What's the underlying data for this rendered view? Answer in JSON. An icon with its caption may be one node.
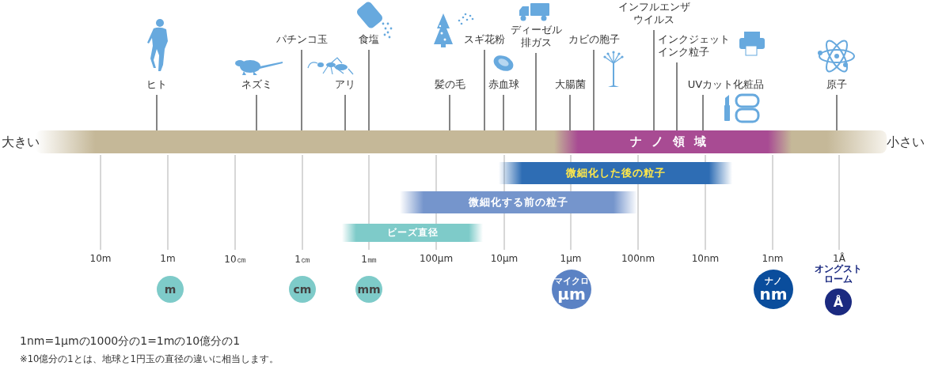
{
  "diagram": {
    "nodes": [
      {
        "text": [
          "ヒト"
        ]
      },
      {
        "text": [
          "ネズミ"
        ]
      },
      {
        "text": [
          "パチンコ玉"
        ]
      },
      {
        "text": [
          "アリ"
        ]
      },
      {
        "text": [
          "食塩"
        ]
      },
      {
        "text": [
          "髪の毛"
        ]
      },
      {
        "text": [
          "スギ花粉"
        ]
      },
      {
        "text": [
          "赤血球"
        ]
      },
      {
        "text": [
          "ディーゼル排ガス"
        ]
      },
      {
        "text": [
          "大腸菌"
        ]
      },
      {
        "text": [
          "カビの胞子"
        ]
      },
      {
        "text": [
          "インフルエンザウイルス"
        ]
      },
      {
        "text": [
          "インクジェットインク粒子"
        ]
      },
      {
        "text": [
          "UVカット化粧品"
        ]
      },
      {
        "text": [
          "原子"
        ]
      },
      {
        "text": [],
        "shape": "bar"
      },
      {
        "text": [
          "ナノ領域"
        ],
        "in": 15
      },
      {
        "text": [
          "微細化した後の粒子"
        ]
      },
      {
        "text": [
          "微細化する前の粒子"
        ]
      },
      {
        "text": [
          "ビーズ直径"
        ]
      },
      {
        "text": [
          "m"
        ]
      },
      {
        "text": [
          "cm"
        ]
      },
      {
        "text": [
          "mm"
        ]
      },
      {
        "text": [
          "マイクロ",
          "μm"
        ]
      },
      {
        "text": [
          "ナノ",
          "nm"
        ]
      },
      {
        "text": [
          "オングストローム",
          "Å"
        ]
      }
    ],
    "edges": [
      {
        "from": 0,
        "to": 15,
        "arrow": "none"
      },
      {
        "from": 1,
        "to": 15,
        "arrow": "none"
      },
      {
        "from": 2,
        "to": 15,
        "arrow": "none"
      },
      {
        "from": 3,
        "to": 15,
        "arrow": "none"
      },
      {
        "from": 4,
        "to": 15,
        "arrow": "none"
      },
      {
        "from": 5,
        "to": 15,
        "arrow": "none"
      },
      {
        "from": 6,
        "to": 15,
        "arrow": "none"
      },
      {
        "from": 7,
        "to": 15,
        "arrow": "none"
      },
      {
        "from": 8,
        "to": 15,
        "arrow": "none"
      },
      {
        "from": 9,
        "to": 15,
        "arrow": "none"
      },
      {
        "from": 10,
        "to": 15,
        "arrow": "none"
      },
      {
        "from": 11,
        "to": 15,
        "arrow": "none"
      },
      {
        "from": 12,
        "to": 15,
        "arrow": "none"
      },
      {
        "from": 13,
        "to": 15,
        "arrow": "none"
      },
      {
        "from": 14,
        "to": 15,
        "arrow": "none"
      }
    ],
    "labels": [
      "大きい",
      "小さい",
      "10m",
      "1m",
      "10㎝",
      "1㎝",
      "1㎜",
      "100μm",
      "10μm",
      "1μm",
      "100nm",
      "10nm",
      "1nm",
      "1Å",
      "1nm=1μmの1000分の1=1mの10億分の1",
      "※10億分の1とは、地球と1円玉の直径の違いに相当します。"
    ]
  }
}
